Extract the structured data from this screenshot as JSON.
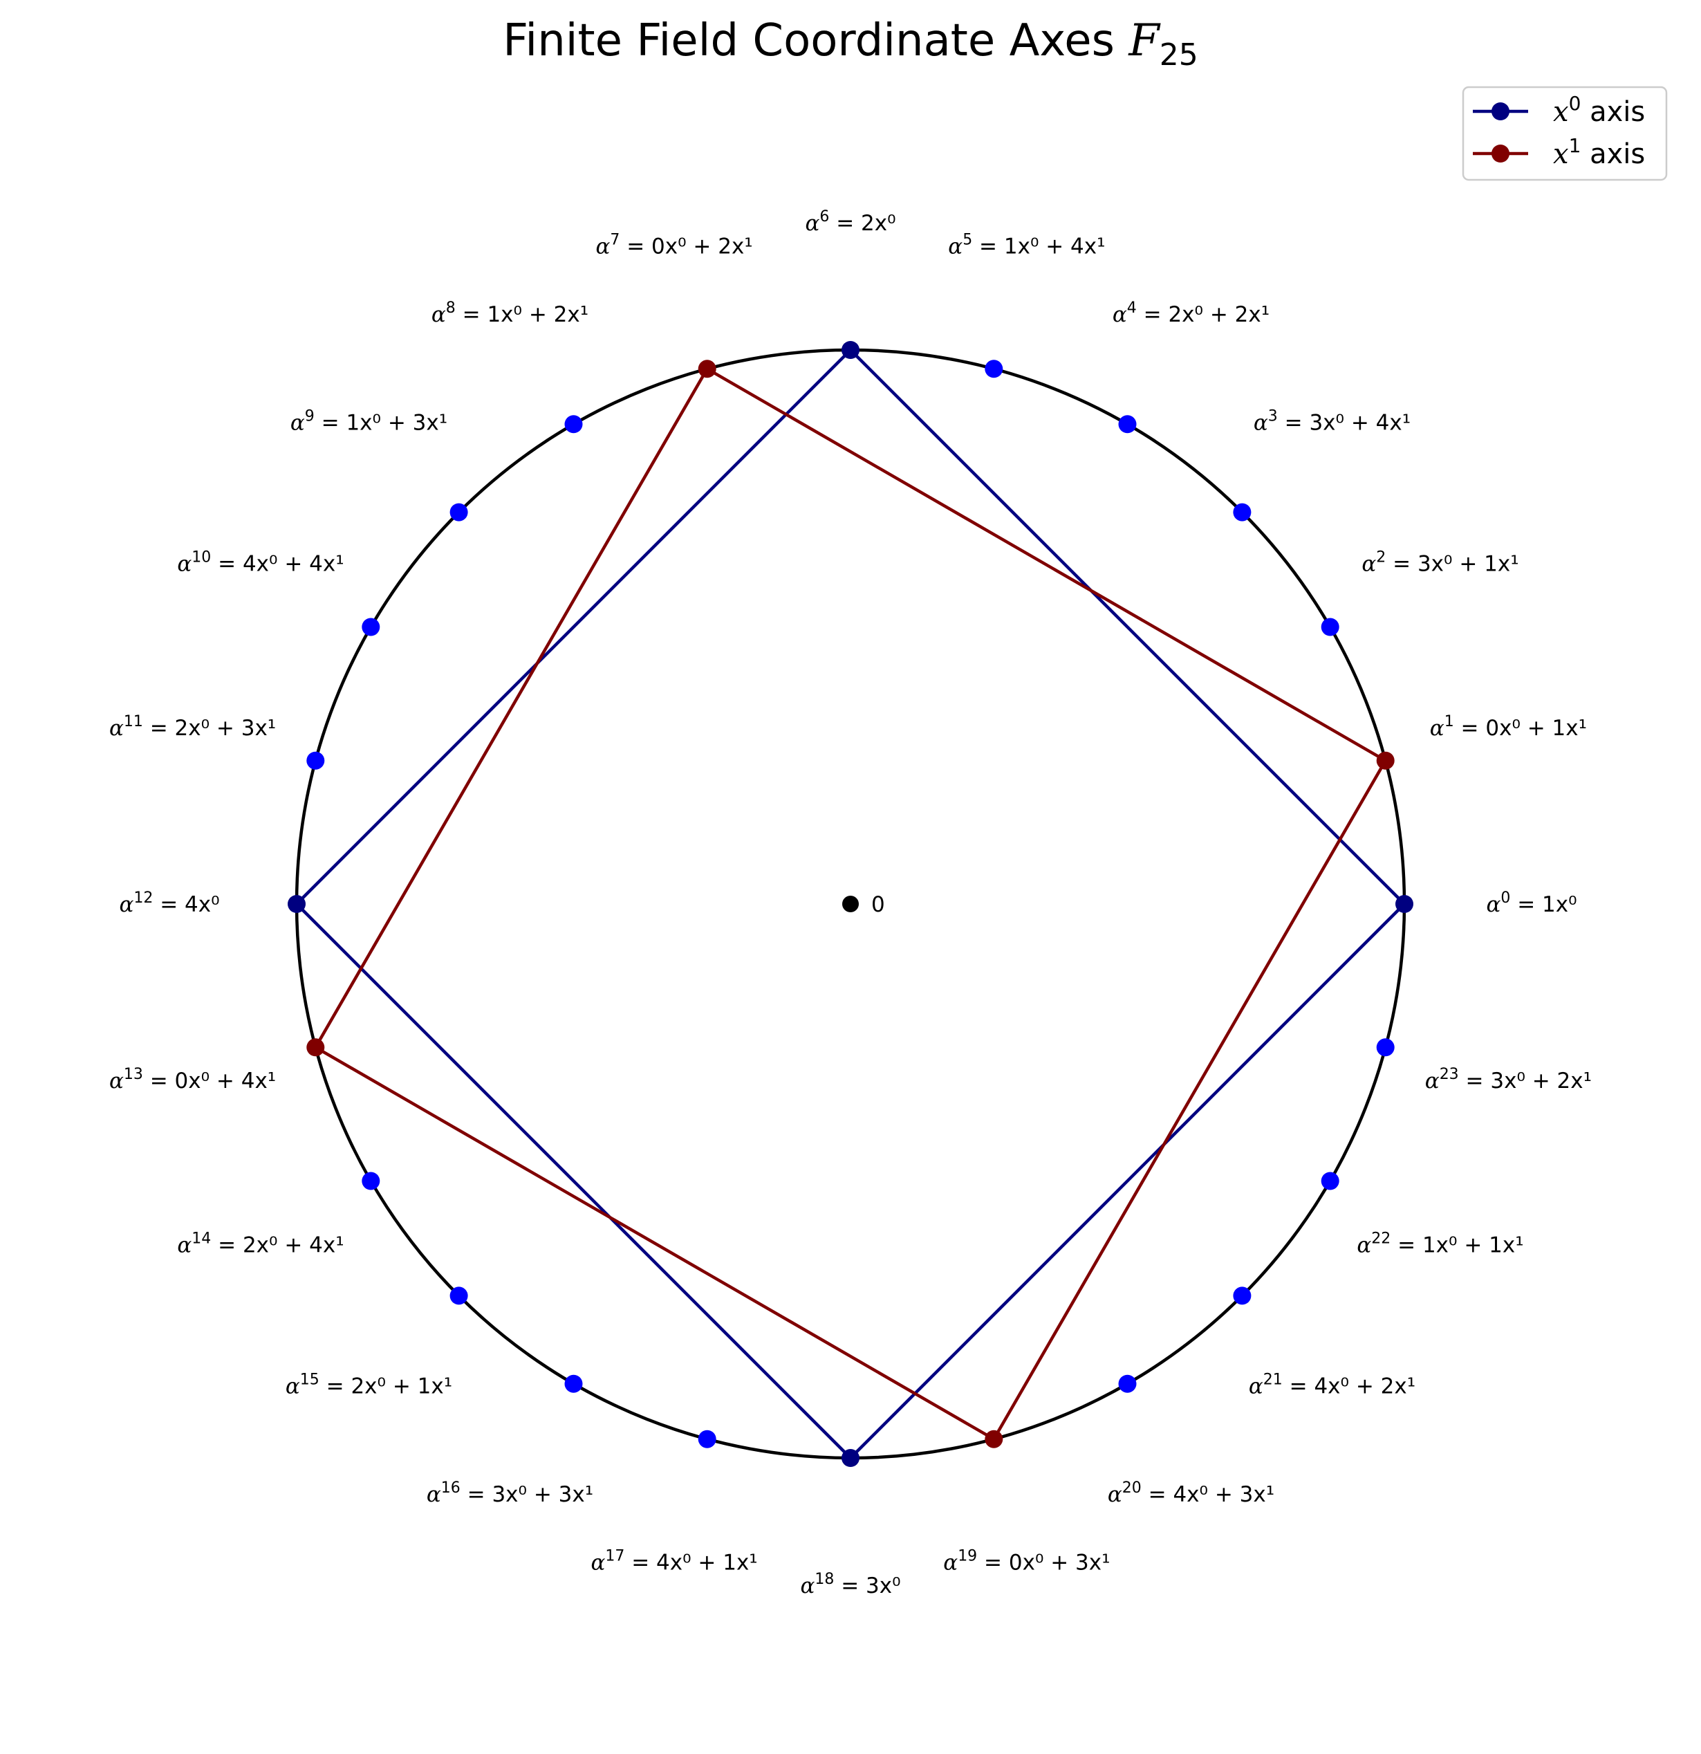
{
  "title": {
    "text": "Finite Field Coordinate Axes ",
    "sym": "F",
    "sub": "25"
  },
  "colors": {
    "circle": "#000000",
    "point": "#0000ff",
    "x0_axis": "#000080",
    "x1_axis": "#800000",
    "zero": "#000000"
  },
  "zero_label": "0",
  "legend": [
    {
      "sym": "x",
      "sup": "0",
      "text": " axis",
      "series": "x0_axis",
      "icon": "line-with-dot"
    },
    {
      "sym": "x",
      "sup": "1",
      "text": " axis",
      "series": "x1_axis",
      "icon": "line-with-dot"
    }
  ],
  "chart_data": {
    "type": "scatter",
    "element_count": 24,
    "angle_step_deg": 15,
    "elements": [
      {
        "power": "0",
        "expr": "1x⁰"
      },
      {
        "power": "1",
        "expr": "0x⁰ + 1x¹"
      },
      {
        "power": "2",
        "expr": "3x⁰ + 1x¹"
      },
      {
        "power": "3",
        "expr": "3x⁰ + 4x¹"
      },
      {
        "power": "4",
        "expr": "2x⁰ + 2x¹"
      },
      {
        "power": "5",
        "expr": "1x⁰ + 4x¹"
      },
      {
        "power": "6",
        "expr": "2x⁰"
      },
      {
        "power": "7",
        "expr": "0x⁰ + 2x¹"
      },
      {
        "power": "8",
        "expr": "1x⁰ + 2x¹"
      },
      {
        "power": "9",
        "expr": "1x⁰ + 3x¹"
      },
      {
        "power": "10",
        "expr": "4x⁰ + 4x¹"
      },
      {
        "power": "11",
        "expr": "2x⁰ + 3x¹"
      },
      {
        "power": "12",
        "expr": "4x⁰"
      },
      {
        "power": "13",
        "expr": "0x⁰ + 4x¹"
      },
      {
        "power": "14",
        "expr": "2x⁰ + 4x¹"
      },
      {
        "power": "15",
        "expr": "2x⁰ + 1x¹"
      },
      {
        "power": "16",
        "expr": "3x⁰ + 3x¹"
      },
      {
        "power": "17",
        "expr": "4x⁰ + 1x¹"
      },
      {
        "power": "18",
        "expr": "3x⁰"
      },
      {
        "power": "19",
        "expr": "0x⁰ + 3x¹"
      },
      {
        "power": "20",
        "expr": "4x⁰ + 3x¹"
      },
      {
        "power": "21",
        "expr": "4x⁰ + 2x¹"
      },
      {
        "power": "22",
        "expr": "1x⁰ + 1x¹"
      },
      {
        "power": "23",
        "expr": "3x⁰ + 2x¹"
      }
    ],
    "series": [
      {
        "name": "x⁰ axis",
        "key": "x0_axis",
        "powers": [
          0,
          6,
          12,
          18
        ]
      },
      {
        "name": "x¹ axis",
        "key": "x1_axis",
        "powers": [
          1,
          7,
          13,
          19
        ]
      }
    ],
    "zero_point": true,
    "grid": false,
    "legend_position": "top-right"
  }
}
